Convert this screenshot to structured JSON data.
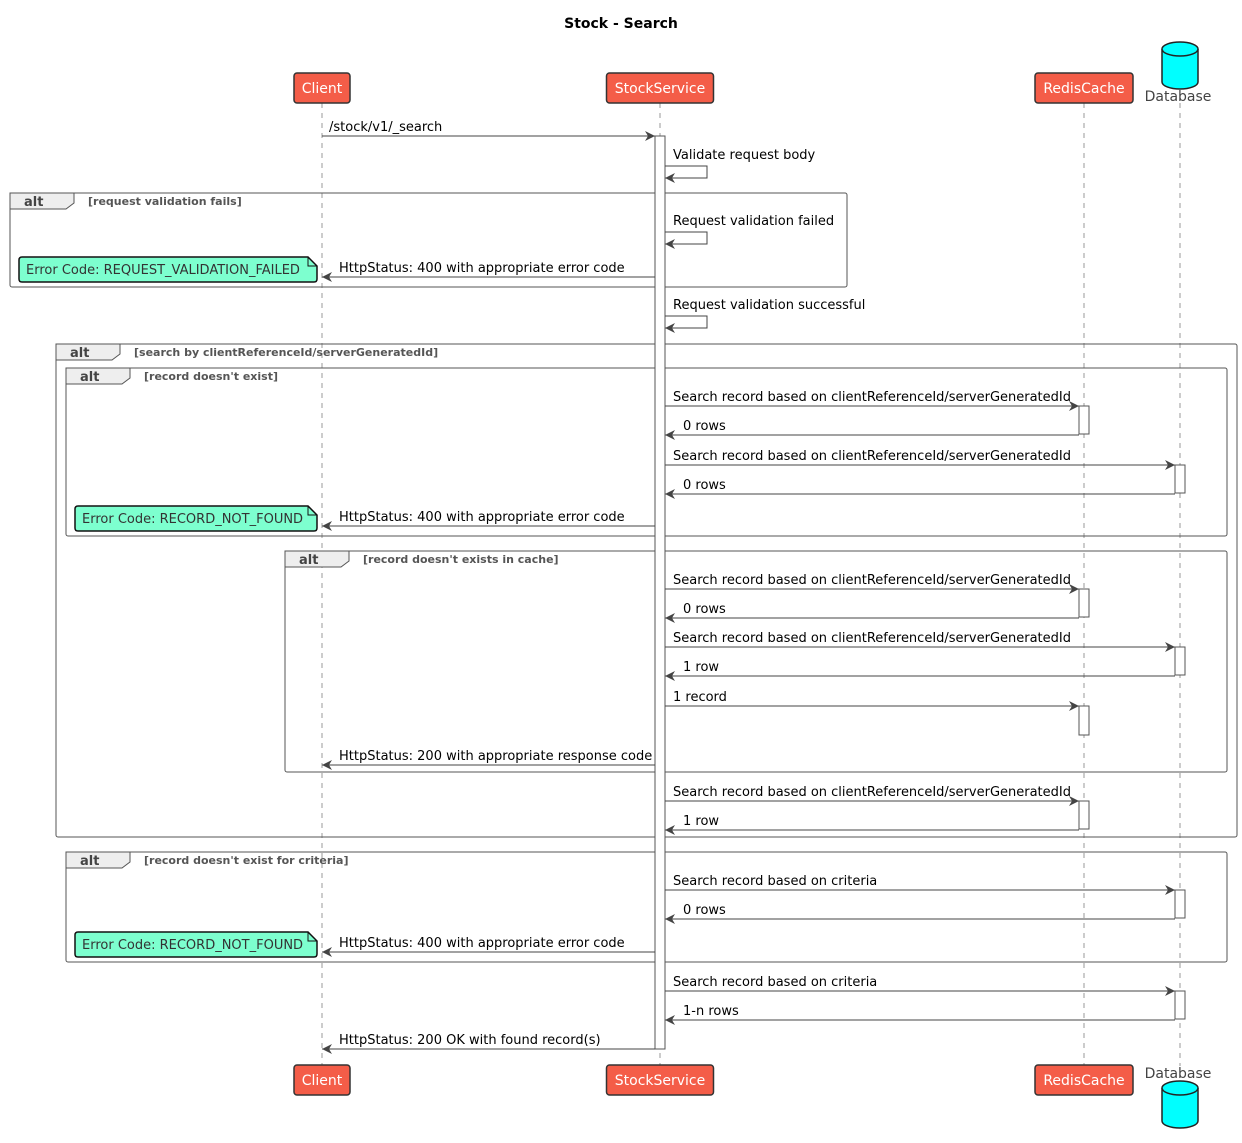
{
  "title": "Stock - Search",
  "colors": {
    "participant_fill": "#F45D48",
    "database_fill": "#00FFFF",
    "note_fill": "#7DFFCF",
    "line": "#444444"
  },
  "participants": [
    {
      "id": "client",
      "label": "Client",
      "kind": "participant"
    },
    {
      "id": "service",
      "label": "StockService",
      "kind": "participant"
    },
    {
      "id": "redis",
      "label": "RedisCache",
      "kind": "participant"
    },
    {
      "id": "db",
      "label": "Database",
      "kind": "database"
    }
  ],
  "messages": [
    {
      "from": "client",
      "to": "service",
      "label": "/stock/v1/_search"
    },
    {
      "from": "service",
      "to": "service",
      "label": "Validate request body"
    },
    {
      "from": "service",
      "to": "service",
      "label": "Request validation failed"
    },
    {
      "from": "service",
      "to": "client",
      "label": "HttpStatus: 400 with appropriate error code"
    },
    {
      "from": "service",
      "to": "service",
      "label": "Request validation successful"
    },
    {
      "from": "service",
      "to": "redis",
      "label": "Search record based on clientReferenceId/serverGeneratedId"
    },
    {
      "from": "redis",
      "to": "service",
      "label": "0 rows"
    },
    {
      "from": "service",
      "to": "db",
      "label": "Search record based on clientReferenceId/serverGeneratedId"
    },
    {
      "from": "db",
      "to": "service",
      "label": "0 rows"
    },
    {
      "from": "service",
      "to": "client",
      "label": "HttpStatus: 400 with appropriate error code"
    },
    {
      "from": "service",
      "to": "redis",
      "label": "Search record based on clientReferenceId/serverGeneratedId"
    },
    {
      "from": "redis",
      "to": "service",
      "label": "0 rows"
    },
    {
      "from": "service",
      "to": "db",
      "label": "Search record based on clientReferenceId/serverGeneratedId"
    },
    {
      "from": "db",
      "to": "service",
      "label": "1 row"
    },
    {
      "from": "service",
      "to": "redis",
      "label": "1 record"
    },
    {
      "from": "service",
      "to": "client",
      "label": "HttpStatus: 200 with appropriate response code"
    },
    {
      "from": "service",
      "to": "redis",
      "label": "Search record based on clientReferenceId/serverGeneratedId"
    },
    {
      "from": "redis",
      "to": "service",
      "label": "1 row"
    },
    {
      "from": "service",
      "to": "db",
      "label": "Search record based on criteria"
    },
    {
      "from": "db",
      "to": "service",
      "label": "0 rows"
    },
    {
      "from": "service",
      "to": "client",
      "label": "HttpStatus: 400 with appropriate error code"
    },
    {
      "from": "service",
      "to": "db",
      "label": "Search record based on criteria"
    },
    {
      "from": "db",
      "to": "service",
      "label": "1-n rows"
    },
    {
      "from": "service",
      "to": "client",
      "label": "HttpStatus: 200 OK with found record(s)"
    }
  ],
  "fragments": [
    {
      "keyword": "alt",
      "guard": "[request validation fails]"
    },
    {
      "keyword": "alt",
      "guard": "[search by clientReferenceId/serverGeneratedId]"
    },
    {
      "keyword": "alt",
      "guard": "[record doesn't exist]"
    },
    {
      "keyword": "alt",
      "guard": "[record doesn't exists in cache]"
    },
    {
      "keyword": "alt",
      "guard": "[record doesn't exist for criteria]"
    }
  ],
  "notes": [
    {
      "text": "Error Code: REQUEST_VALIDATION_FAILED"
    },
    {
      "text": "Error Code: RECORD_NOT_FOUND"
    },
    {
      "text": "Error Code: RECORD_NOT_FOUND"
    }
  ]
}
